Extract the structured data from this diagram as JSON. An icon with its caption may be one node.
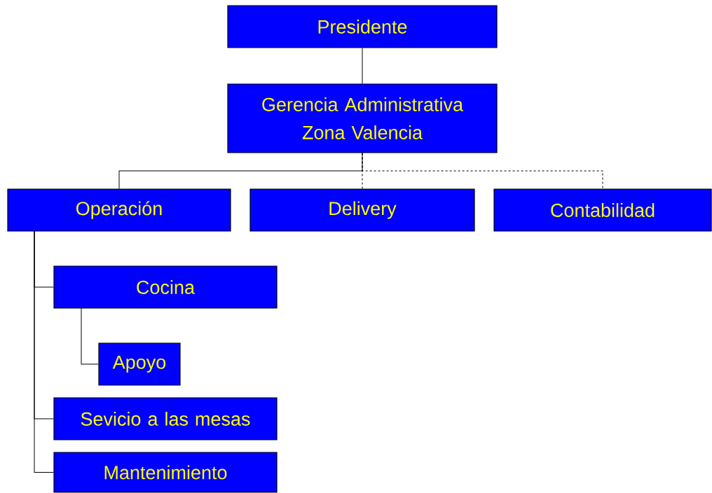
{
  "diagram": {
    "nodes": [
      {
        "text": [
          "Presidente"
        ]
      },
      {
        "text": [
          "Gerencia Administrativa Zona Valencia"
        ]
      },
      {
        "text": [
          "Operación"
        ]
      },
      {
        "text": [
          "Delivery"
        ]
      },
      {
        "text": [
          "Contabilidad"
        ]
      },
      {
        "text": [
          "Cocina"
        ]
      },
      {
        "text": [
          "Apoyo"
        ]
      },
      {
        "text": [
          "Sevicio a las mesas"
        ]
      },
      {
        "text": [
          "Mantenimiento"
        ]
      }
    ],
    "edges": [
      {
        "from": 0,
        "to": 1,
        "arrow": "none"
      },
      {
        "from": 1,
        "to": 2,
        "arrow": "none"
      },
      {
        "from": 1,
        "to": 3,
        "arrow": "none",
        "style": "dashed"
      },
      {
        "from": 1,
        "to": 4,
        "arrow": "none",
        "style": "dashed"
      },
      {
        "from": 2,
        "to": 5,
        "arrow": "none"
      },
      {
        "from": 5,
        "to": 6,
        "arrow": "none"
      },
      {
        "from": 2,
        "to": 7,
        "arrow": "none"
      },
      {
        "from": 2,
        "to": 8,
        "arrow": "none"
      }
    ]
  }
}
